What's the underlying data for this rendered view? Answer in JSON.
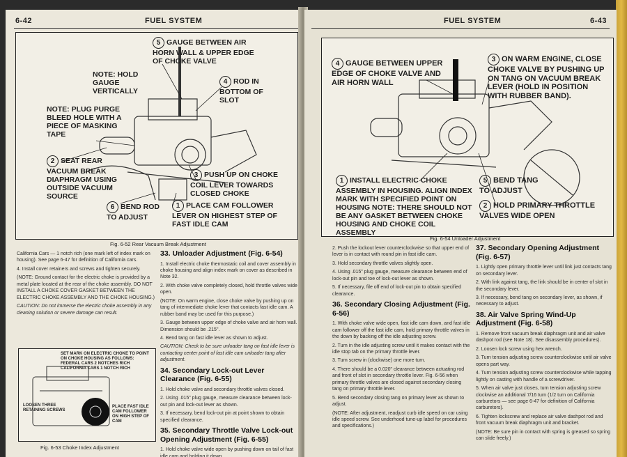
{
  "left_page": {
    "page_number": "6-42",
    "running_head": "FUEL SYSTEM",
    "fig_652": {
      "callouts": {
        "c5": "GAUGE BETWEEN AIR HORN WALL & UPPER EDGE OF CHOKE VALVE",
        "note_vertical": "NOTE: HOLD GAUGE VERTICALLY",
        "c4": "ROD IN BOTTOM OF SLOT",
        "note_plug": "NOTE: PLUG PURGE BLEED HOLE WITH A PIECE OF MASKING TAPE",
        "c2": "SEAT REAR VACUUM BREAK DIAPHRAGM USING OUTSIDE VACUUM SOURCE",
        "c3": "PUSH UP ON CHOKE COIL LEVER TOWARDS CLOSED CHOKE",
        "c6": "BEND ROD TO ADJUST",
        "c1": "PLACE CAM FOLLOWER LEVER ON HIGHEST STEP OF FAST IDLE CAM"
      },
      "caption": "Fig. 6-52  Rear Vacuum Break Adjustment"
    },
    "col1": {
      "p1": "California Cars — 1 notch rich (one mark left of index mark on housing). See page 6-47 for definition of California cars.",
      "p2": "4. Install cover retainers and screws and tighten securely.",
      "p3": "(NOTE: Ground contact for the electric choke is provided by a metal plate located at the rear of the choke assembly. DO NOT INSTALL A CHOKE COVER GASKET BETWEEN THE ELECTRIC CHOKE ASSEMBLY AND THE CHOKE HOUSING.)",
      "p4": "CAUTION: Do not immerse the electric choke assembly in any cleaning solution or severe damage can result."
    },
    "fig_653": {
      "c3": "SET MARK ON ELECTRIC CHOKE TO POINT ON CHOKE HOUSING AS FOLLOWS: FEDERAL CARS 2 NOTCHES RICH CALIFORNIA CARS 1 NOTCH RICH",
      "c1": "LOOSEN THREE RETAINING SCREWS",
      "c2": "PLACE FAST IDLE CAM FOLLOWER ON HIGH STEP OF CAM",
      "caption": "Fig. 6-53  Choke Index Adjustment"
    },
    "col2": {
      "h33": "33. Unloader Adjustment (Fig. 6-54)",
      "p1": "1. Install electric choke thermostatic coil and cover assembly in choke housing and align index mark on cover as described in Note 32.",
      "p2": "2. With choke valve completely closed, hold throttle valves wide open.",
      "p3": "(NOTE: On warm engine, close choke valve by pushing up on tang of intermediate choke lever that contacts fast idle cam. A rubber band may be used for this purpose.)",
      "p4": "3. Gauge between upper edge of choke valve and air horn wall. Dimension should be .215\".",
      "p5": "4. Bend tang on fast idle lever as shown to adjust.",
      "p6": "CAUTION: Check to be sure unloader tang on fast idle lever is contacting center point of fast idle cam unloader tang after adjustment.",
      "h34": "34. Secondary Lock-out Lever Clearance (Fig. 6-55)",
      "p7": "1. Hold choke valve and secondary throttle valves closed.",
      "p8": "2. Using .015\" plug gauge, measure clearance between lock-out pin and lock-out lever as shown.",
      "p9": "3. If necessary, bend lock-out pin at point shown to obtain specified clearance.",
      "h35": "35. Secondary Throttle Valve Lock-out Opening Adjustment (Fig. 6-55)",
      "p10": "1. Hold choke valve wide open by pushing down on tail of fast idle cam and holding it down."
    }
  },
  "right_page": {
    "page_number": "6-43",
    "running_head": "FUEL SYSTEM",
    "fig_654": {
      "callouts": {
        "c4": "GAUGE BETWEEN UPPER EDGE OF CHOKE VALVE AND AIR HORN WALL",
        "c3": "ON WARM ENGINE, CLOSE CHOKE VALVE BY PUSHING UP ON TANG ON VACUUM BREAK LEVER (HOLD IN POSITION WITH RUBBER BAND).",
        "c1": "INSTALL ELECTRIC CHOKE ASSEMBLY IN HOUSING. ALIGN INDEX MARK WITH SPECIFIED POINT ON HOUSING NOTE: THERE SHOULD NOT BE ANY GASKET BETWEEN CHOKE HOUSING AND CHOKE COIL ASSEMBLY",
        "c5": "BEND TANG TO ADJUST",
        "c2": "HOLD PRIMARY THROTTLE VALVES WIDE OPEN"
      },
      "caption": "Fig. 6-54  Unloader Adjustment"
    },
    "col1": {
      "p1": "2. Push the lockout lever counterclockwise so that upper end of lever is in contact with round pin in fast idle cam.",
      "p2": "3. Hold secondary throttle valves slightly open.",
      "p3": "4. Using .015\" plug gauge, measure clearance between end of lock-out pin and toe of lock-out lever as shown.",
      "p4": "5. If necessary, file off end of lock-out pin to obtain specified clearance.",
      "h36": "36. Secondary Closing Adjustment (Fig. 6-56)",
      "p5": "1. With choke valve wide open, fast idle cam down, and fast idle cam follower off the fast idle cam, hold primary throttle valves in the down by backing off the idle adjusting screw.",
      "p6": "2. Turn in the idle adjusting screw until it makes contact with the idle stop tab on the primary throttle lever.",
      "p7": "3. Turn screw in (clockwise) one more turn.",
      "p8": "4. There should be a 0.020\" clearance between actuating rod and front of slot in secondary throttle lever. Fig. 6-56 when primary throttle valves are closed against secondary closing tang on primary throttle lever.",
      "p9": "5. Bend secondary closing tang on primary lever as shown to adjust.",
      "p10": "(NOTE: After adjustment, readjust curb idle speed on car using idle speed screw. See underhood tune-up label for procedures and specifications.)"
    },
    "col2": {
      "h37": "37. Secondary Opening Adjustment (Fig. 6-57)",
      "p1": "1. Lightly open primary throttle lever until link just contacts tang on secondary lever.",
      "p2": "2. With link against tang, the link should be in center of slot in the secondary lever.",
      "p3": "3. If necessary, bend tang on secondary lever, as shown, if necessary to adjust.",
      "h38": "38. Air Valve Spring Wind-Up Adjustment (Fig. 6-58)",
      "p4": "1. Remove front vacuum break diaphragm unit and air valve dashpot rod (see Note 18). See disassembly procedures).",
      "p5": "2. Loosen lock screw using hex wrench.",
      "p6": "3. Turn tension adjusting screw counterclockwise until air valve opens part way.",
      "p7": "4. Turn tension adjusting screw counterclockwise while tapping lightly on casting with handle of a screwdriver.",
      "p8": "5. When air valve just closes, turn tension adjusting screw clockwise an additional 7/16 turn (1/2 turn on California carburetors — see page 6-47 for definition of California carburetors).",
      "p9": "6. Tighten lockscrew and replace air valve dashpot rod and front vacuum break diaphragm unit and bracket.",
      "p10": "(NOTE: Be sure pin in contact with spring is greased so spring can slide freely.)"
    }
  },
  "colors": {
    "paper": "#ece8dc",
    "ink": "#1f1f1f",
    "edge": "#d4ab3e"
  }
}
